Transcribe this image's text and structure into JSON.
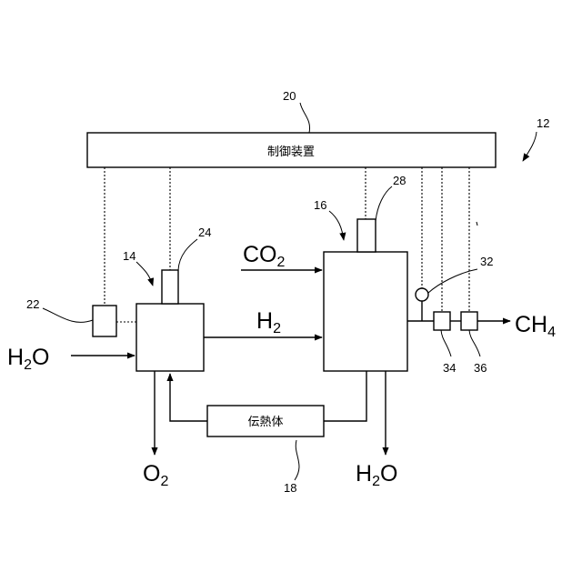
{
  "labels": {
    "control_unit": "制御装置",
    "heat_transfer": "伝熱体"
  },
  "chemicals": {
    "co2": {
      "base": "CO",
      "sub": "2"
    },
    "h2": {
      "base": "H",
      "sub": "2"
    },
    "h2o_in": {
      "base": "H",
      "sub": "2",
      "tail": "O"
    },
    "o2": {
      "base": "O",
      "sub": "2"
    },
    "h2o_out": {
      "base": "H",
      "sub": "2",
      "tail": "O"
    },
    "ch4": {
      "base": "CH",
      "sub": "4"
    }
  },
  "refs": {
    "system": "12",
    "electrolyzer": "14",
    "reactor": "16",
    "heat_transfer": "18",
    "control_unit": "20",
    "sensor_22": "22",
    "sensor_24": "24",
    "sensor_28": "28",
    "sensor_32": "32",
    "sensor_34": "34",
    "sensor_36": "36"
  }
}
